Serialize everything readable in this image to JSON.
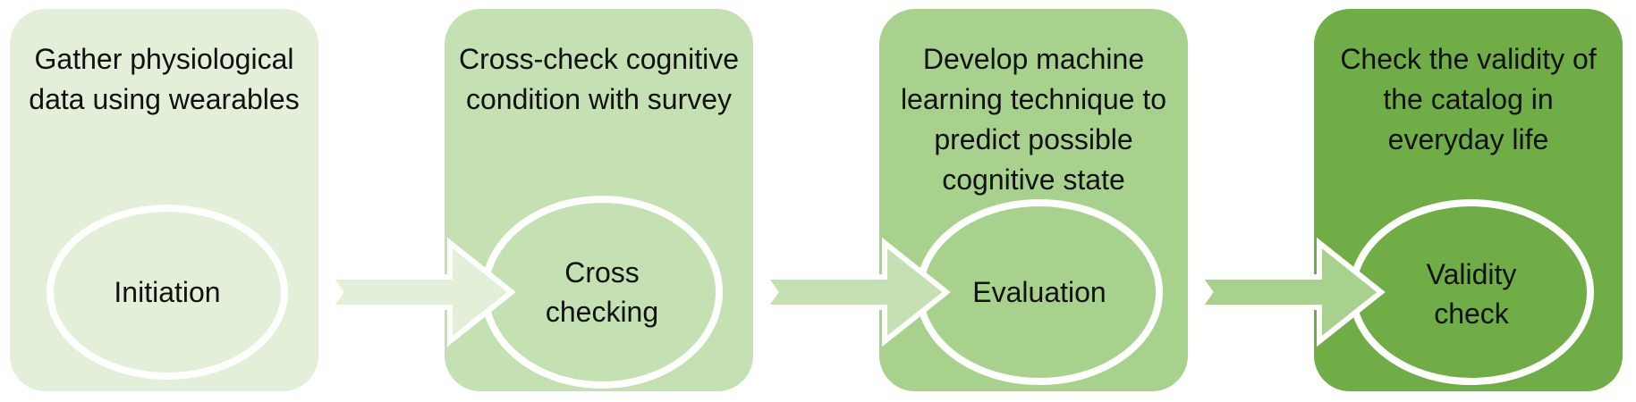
{
  "colors": {
    "stage_1": "#e3efd9",
    "stage_2": "#c5e0b3",
    "stage_3": "#a9d18e",
    "stage_4": "#70ad47",
    "outline": "#ffffff"
  },
  "stages": [
    {
      "description": "Gather physiological\ndata using wearables",
      "label": "Initiation"
    },
    {
      "description": "Cross-check cognitive\ncondition with survey",
      "label": "Cross\nchecking"
    },
    {
      "description": "Develop machine\nlearning technique to\npredict possible\ncognitive state",
      "label": "Evaluation"
    },
    {
      "description": "Check the validity of\nthe catalog in\neveryday life",
      "label": "Validity\ncheck"
    }
  ]
}
